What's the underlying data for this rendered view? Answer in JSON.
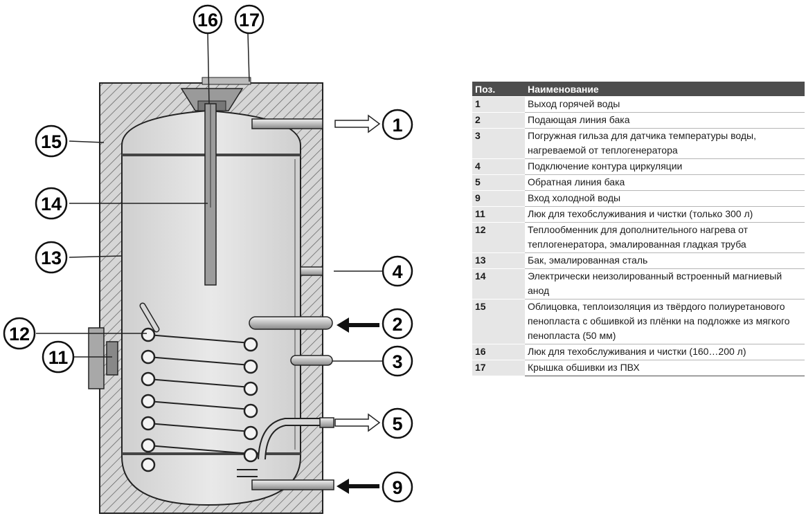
{
  "diagram": {
    "callouts": [
      "16",
      "17",
      "15",
      "14",
      "13",
      "12",
      "11",
      "1",
      "4",
      "2",
      "3",
      "5",
      "9"
    ]
  },
  "legend": {
    "header_pos": "Поз.",
    "header_name": "Наименование",
    "rows": [
      {
        "pos": "1",
        "name": "Выход горячей воды"
      },
      {
        "pos": "2",
        "name": "Подающая линия бака"
      },
      {
        "pos": "3",
        "name": "Погружная гильза для датчика температуры воды, нагреваемой от теплогенератора"
      },
      {
        "pos": "4",
        "name": "Подключение контура циркуляции"
      },
      {
        "pos": "5",
        "name": "Обратная линия бака"
      },
      {
        "pos": "9",
        "name": "Вход холодной воды"
      },
      {
        "pos": "11",
        "name": "Люк для техобслуживания и чистки (только 300 л)"
      },
      {
        "pos": "12",
        "name": "Теплообменник для дополнительного нагрева от теплогенератора, эмалированная гладкая труба"
      },
      {
        "pos": "13",
        "name": "Бак, эмалированная сталь"
      },
      {
        "pos": "14",
        "name": "Электрически неизолированный встроенный магниевый анод"
      },
      {
        "pos": "15",
        "name": "Облицовка, теплоизоляция из твёрдого полиуретанового пенопласта с обшивкой из плёнки на подложке из мягкого пенопласта (50 мм)"
      },
      {
        "pos": "16",
        "name": "Люк для техобслуживания и чистки (160…200 л)"
      },
      {
        "pos": "17",
        "name": "Крышка обшивки из ПВХ"
      }
    ]
  }
}
